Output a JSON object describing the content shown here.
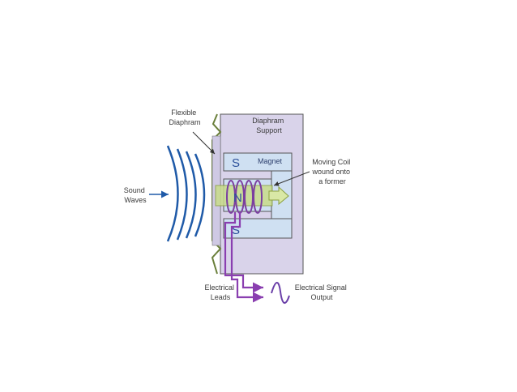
{
  "diagram": {
    "labels": {
      "flexible_diaphram": [
        "Flexible",
        "Diaphram"
      ],
      "diaphram_support": [
        "Diaphram",
        "Support"
      ],
      "magnet": "Magnet",
      "moving_coil": [
        "Moving Coil",
        "wound onto",
        "a former"
      ],
      "sound_waves": [
        "Sound",
        "Waves"
      ],
      "electrical_leads": [
        "Electrical",
        "Leads"
      ],
      "electrical_signal_output": [
        "Electrical Signal",
        "Output"
      ]
    },
    "poles": {
      "top": "S",
      "middle": "N",
      "bottom": "S"
    },
    "colors": {
      "sound_wave": "#1f5aa8",
      "support_fill": "#d9d3ea",
      "magnet_fill": "#cfe0f2",
      "coil": "#7b3fa0",
      "lead": "#8a3fb0",
      "former": "#c8dc8a",
      "outline": "#555555"
    }
  }
}
